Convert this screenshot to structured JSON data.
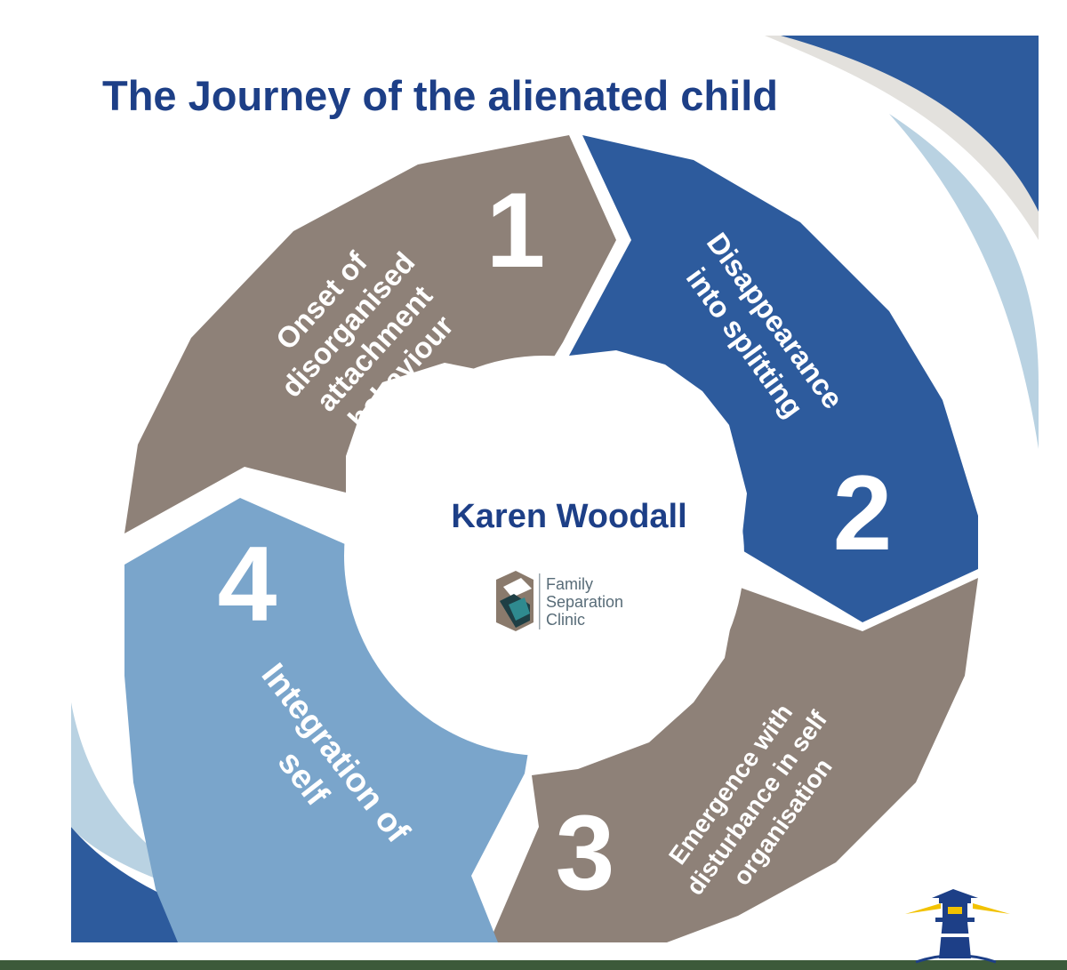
{
  "title": "The Journey of the alienated child",
  "center": {
    "name": "Karen Woodall",
    "logo_lines": [
      "Family",
      "Separation",
      "Clinic"
    ]
  },
  "stages": [
    {
      "number": "1",
      "lines": [
        "Onset of",
        "disorganised",
        "attachment",
        "behaviour"
      ],
      "color": "#8e8178"
    },
    {
      "number": "2",
      "lines": [
        "Disappearance",
        "into splitting"
      ],
      "color": "#2d5b9d"
    },
    {
      "number": "3",
      "lines": [
        "Emergence with",
        "disturbance in self",
        "organisation"
      ],
      "color": "#8e8178"
    },
    {
      "number": "4",
      "lines": [
        "Integration of",
        "self"
      ],
      "color": "#7aa5cb"
    }
  ],
  "colors": {
    "title": "#1d3f87",
    "background_frame": "#e3e1dd",
    "wave_dark": "#2d5b9d",
    "wave_light": "#b9d2e2",
    "footer_strip": "#3c5a3a"
  },
  "icons": [
    "lighthouse-icon",
    "family-separation-clinic-logo-icon"
  ]
}
